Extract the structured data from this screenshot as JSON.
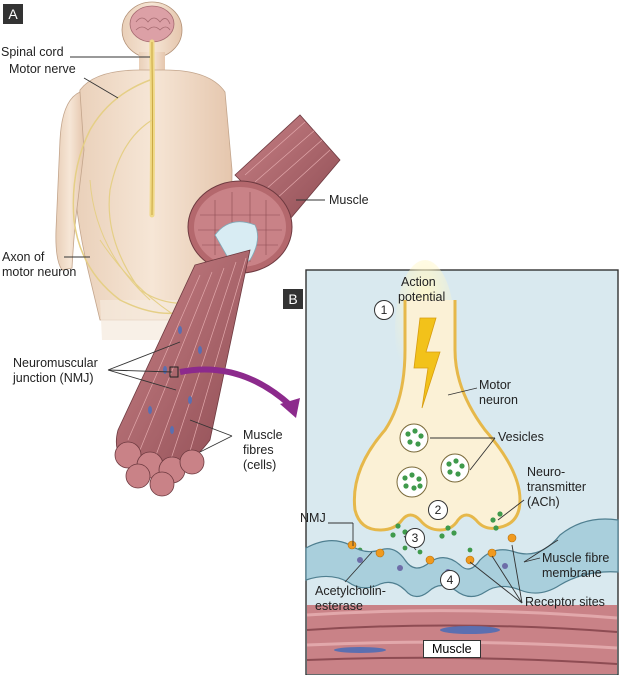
{
  "panels": {
    "a": "A",
    "b": "B"
  },
  "labels": {
    "spinal_cord": "Spinal cord",
    "motor_nerve": "Motor nerve",
    "muscle": "Muscle",
    "axon_line1": "Axon of",
    "axon_line2": "motor neuron",
    "nmj_line1": "Neuromuscular",
    "nmj_line2": "junction (NMJ)",
    "fibres_line1": "Muscle",
    "fibres_line2": "fibres",
    "fibres_line3": "(cells)",
    "action_line1": "Action",
    "action_line2": "potential",
    "motor_neuron_line1": "Motor",
    "motor_neuron_line2": "neuron",
    "vesicles": "Vesicles",
    "neuro_line1": "Neuro-",
    "neuro_line2": "transmitter",
    "neuro_line3": "(ACh)",
    "nmj_short": "NMJ",
    "membrane_line1": "Muscle fibre",
    "membrane_line2": "membrane",
    "ache_line1": "Acetylcholin-",
    "ache_line2": "esterase",
    "receptor_sites": "Receptor sites",
    "muscle_bottom": "Muscle"
  },
  "steps": [
    "1",
    "2",
    "3",
    "4"
  ],
  "colors": {
    "skin": "#f1ddc9",
    "muscle": "#b46a6e",
    "muscle_dark": "#8a4a50",
    "panel_bg": "#d9e9ef",
    "neuron_fill": "#fbf1d6",
    "neuron_edge": "#e6b84a",
    "vesicle": "#3f9a4c",
    "receptor": "#f09a1e",
    "membrane": "#a9cfdc",
    "arrow": "#8c2a8c",
    "bolt": "#f2c21a"
  }
}
